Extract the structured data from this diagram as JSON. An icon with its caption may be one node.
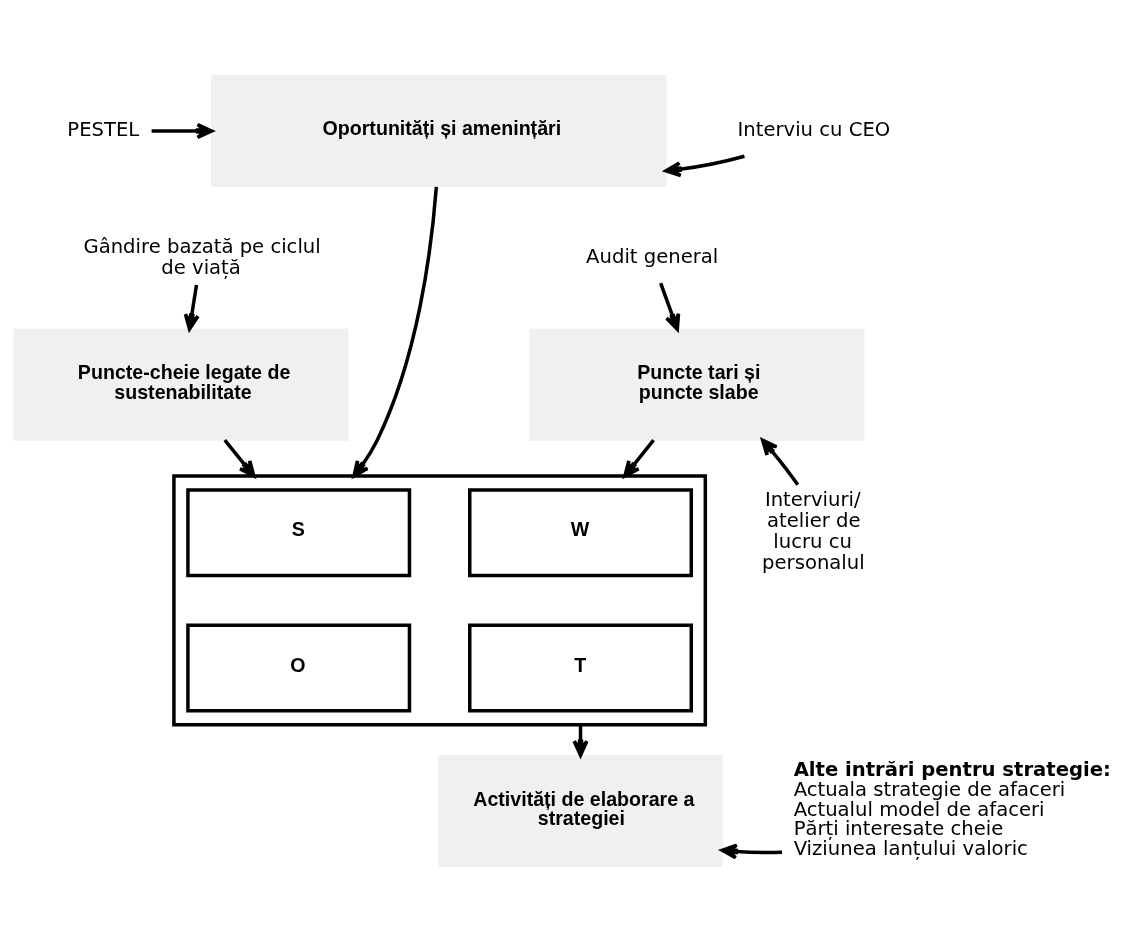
{
  "diagram": {
    "nodes": [
      {
        "text": [
          "PESTEL"
        ]
      },
      {
        "text": [
          "Oportunități și amenințări"
        ]
      },
      {
        "text": [
          "Interviu cu CEO"
        ]
      },
      {
        "text": [
          "Gândire bazată pe ciclul de viață"
        ]
      },
      {
        "text": [
          "Puncte-cheie legate de sustenabilitate"
        ]
      },
      {
        "text": [
          "Audit general"
        ]
      },
      {
        "text": [
          "Puncte tari și puncte slabe"
        ]
      },
      {
        "text": [
          "Interviuri/ atelier de lucru cu personalul"
        ]
      },
      {
        "text": [],
        "shape": "box"
      },
      {
        "text": [
          "S"
        ],
        "in": 8
      },
      {
        "text": [
          "W"
        ],
        "in": 8
      },
      {
        "text": [
          "O"
        ],
        "in": 8
      },
      {
        "text": [
          "T"
        ],
        "in": 8
      },
      {
        "text": [
          "Activități de elaborare a strategiei"
        ]
      },
      {
        "text": [
          "Alte intrări pentru strategie:",
          "Actuala strategie de afaceri",
          "Actualul model de afaceri",
          "Părți interesate cheie",
          "Viziunea lanțului valoric"
        ]
      }
    ],
    "edges": [
      {
        "from": 0,
        "to": 1,
        "arrow": "to"
      },
      {
        "from": 2,
        "to": 1,
        "arrow": "to"
      },
      {
        "from": 3,
        "to": 4,
        "arrow": "to"
      },
      {
        "from": 5,
        "to": 6,
        "arrow": "to"
      },
      {
        "from": 7,
        "to": 6,
        "arrow": "to"
      },
      {
        "from": 4,
        "to": 8,
        "arrow": "to"
      },
      {
        "from": 1,
        "to": 8,
        "arrow": "to"
      },
      {
        "from": 6,
        "to": 8,
        "arrow": "to"
      },
      {
        "from": 8,
        "to": 13,
        "arrow": "to"
      },
      {
        "from": 14,
        "to": 13,
        "arrow": "to"
      }
    ]
  }
}
